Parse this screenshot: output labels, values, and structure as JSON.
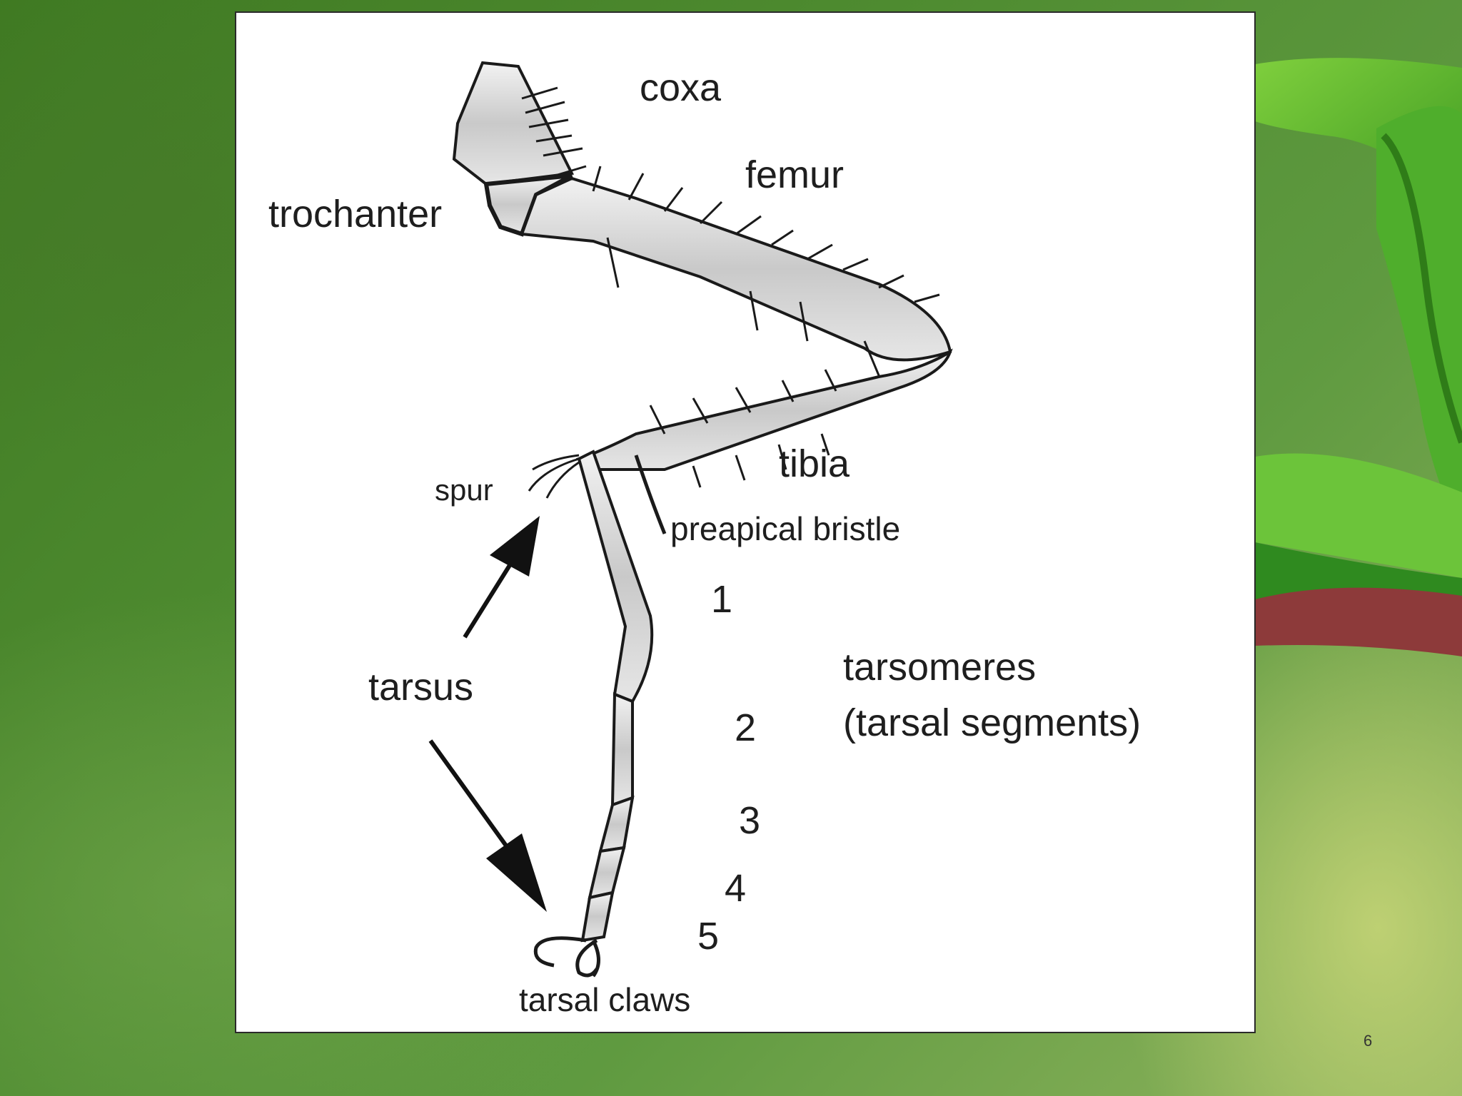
{
  "slide": {
    "number": "6"
  },
  "diagram": {
    "labels": {
      "coxa": "coxa",
      "femur": "femur",
      "trochanter": "trochanter",
      "tibia": "tibia",
      "spur": "spur",
      "preapical_bristle": "preapical bristle",
      "tarsus": "tarsus",
      "tarsomeres_line1": "tarsomeres",
      "tarsomeres_line2": "(tarsal segments)",
      "tarsal_claws": "tarsal claws",
      "segments": [
        "1",
        "2",
        "3",
        "4",
        "5"
      ]
    }
  }
}
